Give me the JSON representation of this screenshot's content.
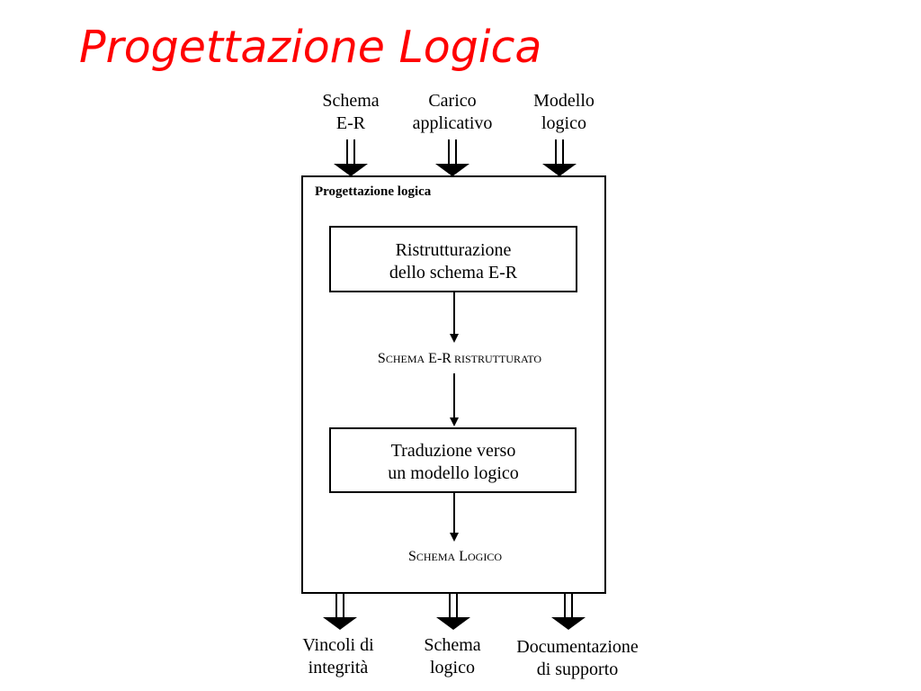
{
  "title": "Progettazione Logica",
  "diagram": {
    "outer_box_label": "Progettazione logica",
    "inputs": [
      {
        "line1": "Schema",
        "line2": "E-R"
      },
      {
        "line1": "Carico",
        "line2": "applicativo"
      },
      {
        "line1": "Modello",
        "line2": "logico"
      }
    ],
    "steps": [
      {
        "line1": "Ristrutturazione",
        "line2": "dello schema E-R"
      },
      {
        "line1": "Traduzione verso",
        "line2": "un modello logico"
      }
    ],
    "intermediate": {
      "p1_big": "S",
      "p1_small": "CHEMA",
      "p2_big": " E-R",
      "p2_small": " RISTRUTTURATO"
    },
    "final": {
      "p1_big": "S",
      "p1_small": "CHEMA",
      "p2_big": " L",
      "p2_small": "OGICO"
    },
    "outputs": [
      {
        "line1": "Vincoli di",
        "line2": "integrità"
      },
      {
        "line1": "Schema",
        "line2": "logico"
      },
      {
        "line1": "Documentazione",
        "line2": "di supporto"
      }
    ]
  }
}
